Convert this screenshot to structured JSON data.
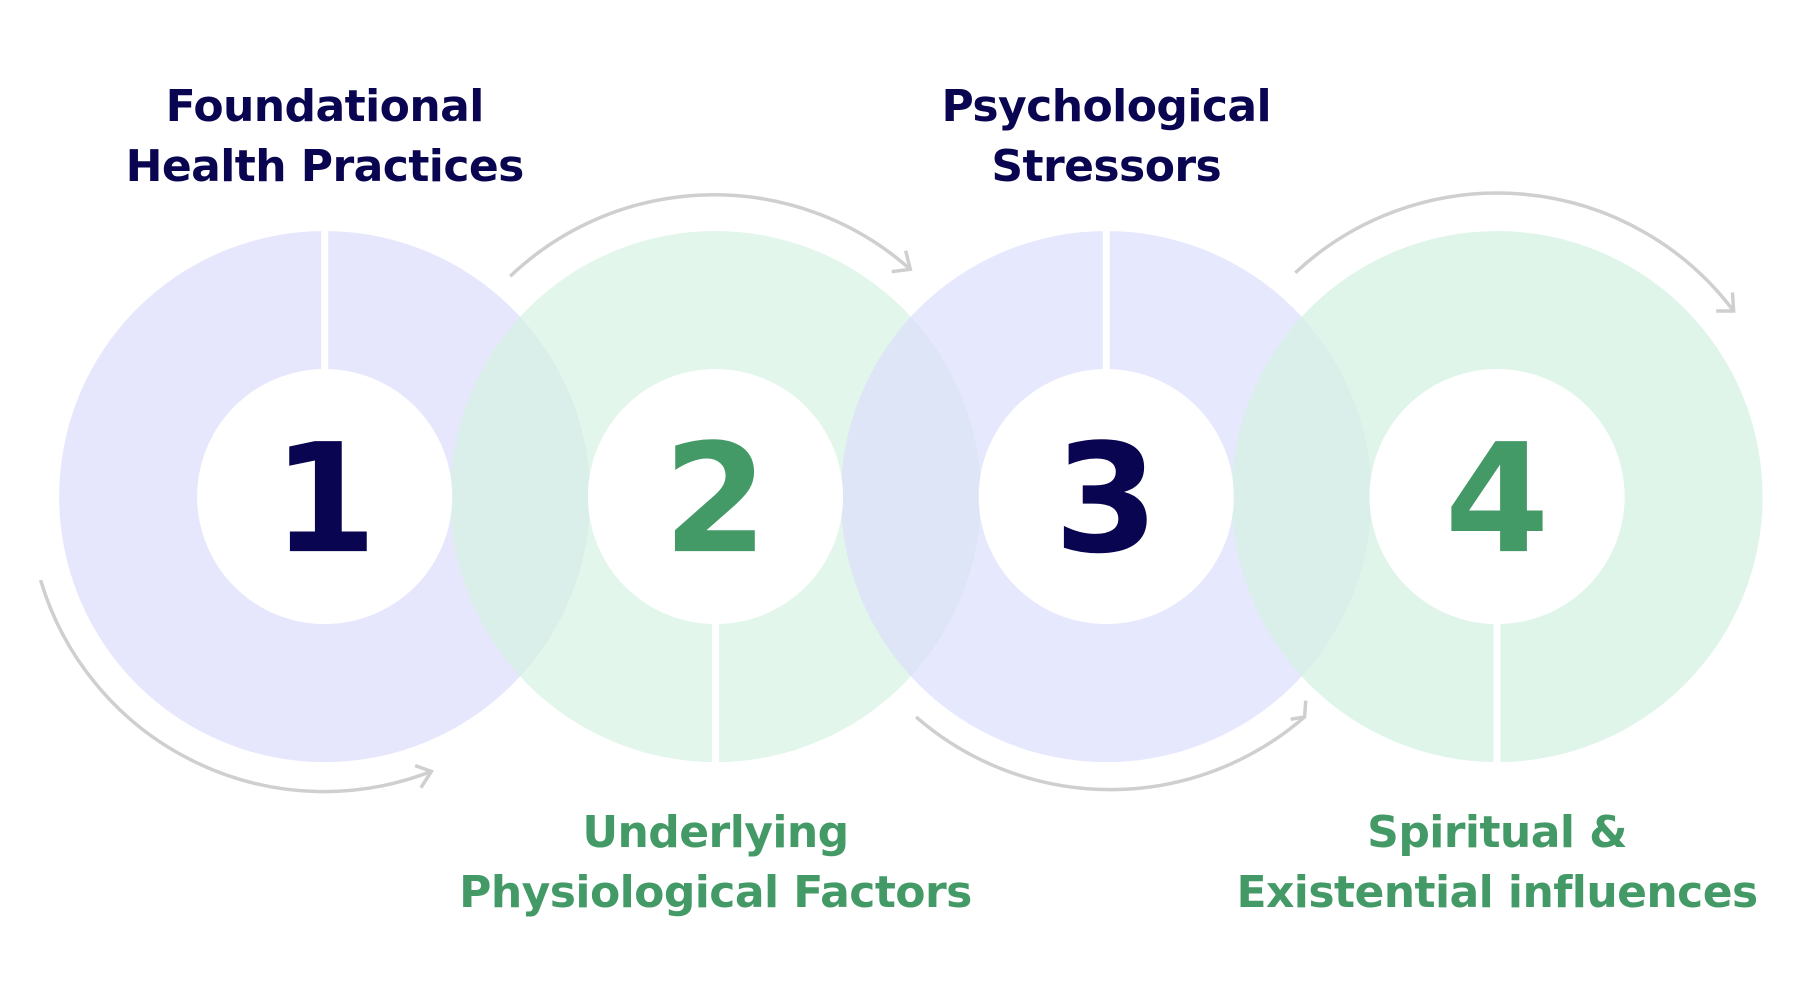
{
  "colors": {
    "navy": "#0a0550",
    "green": "#449a67",
    "lavender": "#e6e7fc",
    "mint": "#e1f6ec",
    "arrow": "#cfcfcf"
  },
  "steps": [
    {
      "number": "1",
      "title_line1": "Foundational",
      "title_line2": "Health Practices"
    },
    {
      "number": "2",
      "title_line1": "Underlying",
      "title_line2": "Physiological Factors"
    },
    {
      "number": "3",
      "title_line1": "Psychological",
      "title_line2": "Stressors"
    },
    {
      "number": "4",
      "title_line1": "Spiritual &",
      "title_line2": "Existential influences"
    }
  ]
}
